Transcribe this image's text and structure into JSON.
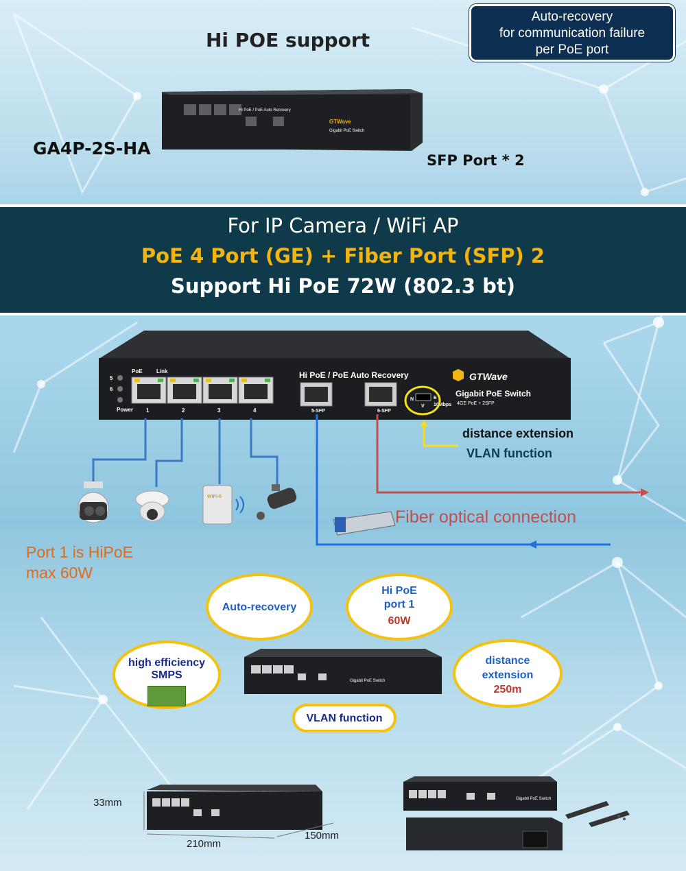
{
  "header": {
    "title": "Hi POE support",
    "model": "GA4P-2S-HA",
    "sfp_ports": "SFP Port * 2",
    "recovery_note": [
      "Auto-recovery",
      "for communication failure",
      "per PoE port"
    ]
  },
  "banner": {
    "line1": "For IP Camera / WiFi AP",
    "line2": "PoE 4 Port (GE) + Fiber Port (SFP) 2",
    "line3": "Support  Hi PoE  72W  (802.3 bt)"
  },
  "device": {
    "brand": "GTWave",
    "product": "Gigabit PoE Switch",
    "spec": "4GE PoE + 2SFP",
    "panel_label": "Hi PoE  /  PoE Auto Recovery",
    "poe_label": "PoE",
    "link_label": "Link",
    "power_label": "Power",
    "led_labels": [
      "5",
      "6"
    ],
    "port_numbers": [
      "1",
      "2",
      "3",
      "4"
    ],
    "sfp_labels": [
      "5-SFP",
      "6-SFP"
    ],
    "switch_labels": [
      "N",
      "E",
      "V",
      "10Mbps"
    ]
  },
  "annotations": {
    "distance_extension": "distance extension",
    "vlan_function": "VLAN function",
    "fiber": "Fiber optical connection",
    "port1_line1": "Port 1 is HiPoE",
    "port1_line2": "max 60W",
    "wifi_label": "WiFi-6"
  },
  "features": {
    "auto_recovery": "Auto-recovery",
    "hipoe_line1": "Hi  PoE",
    "hipoe_line2": "port 1",
    "hipoe_watts": "60W",
    "smps_line1": "high efficiency",
    "smps_line2": "SMPS",
    "distance_line1": "distance",
    "distance_line2": "extension",
    "distance_value": "250m",
    "vlan": "VLAN function"
  },
  "dimensions": {
    "height": "33mm",
    "width": "210mm",
    "depth": "150mm"
  },
  "colors": {
    "banner_bg": "#0f3a4a",
    "accent_yellow": "#f2b413",
    "fiber_red": "#c0504d",
    "fiber_blue": "#1f6fe0",
    "port1_orange": "#e06b1a"
  }
}
